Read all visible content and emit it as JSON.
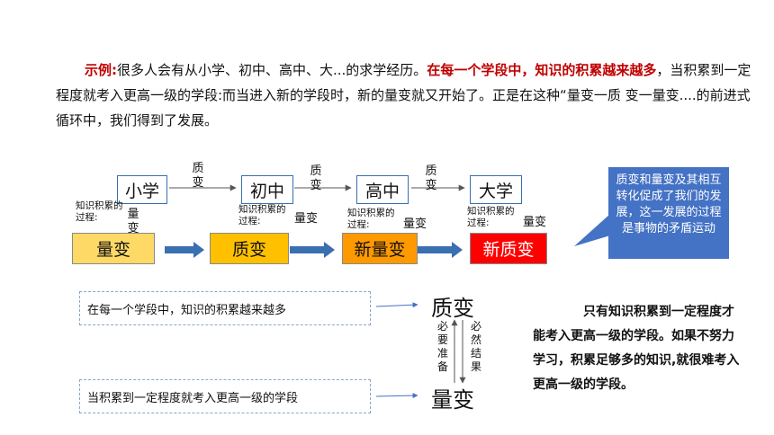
{
  "intro": {
    "label": "示例:",
    "text1": "很多人会有从小学、初中、高中、大...的求学经历。",
    "red1": "在每一个学段中，知识的积累越来越多",
    "text2": "，当积累到一定程度就考入更高一级的学段:而当进入新的学段时，新的量变就又开始了。正是在这种“量变一质 变一量变....的前进式循环中，我们得到了发展。"
  },
  "stages": [
    "小学",
    "初中",
    "高中",
    "大学"
  ],
  "transition_label": "质变",
  "process_labels": {
    "accum": "知识积累的过程:",
    "val1": "量变",
    "val2": "量变",
    "val3": "量变",
    "val4": "量变"
  },
  "colored_boxes": [
    {
      "label": "量变",
      "color": "#ffd966"
    },
    {
      "label": "质变",
      "color": "#ffc000"
    },
    {
      "label": "新量变",
      "color": "#ff9900"
    },
    {
      "label": "新质变",
      "color": "#ff0000"
    }
  ],
  "callout": "质变和量变及其相互转化促成了我们的发展，这一发展的过程是事物的矛盾运动",
  "bottom": {
    "box1": "在每一个学段中，知识的积累越来越多",
    "box2": "当积累到一定程度就考入更高一级的学段",
    "top_word": "质变",
    "bottom_word": "量变",
    "left_vertical": "必要准备",
    "right_vertical": "必然结果",
    "right_text": "只有知识积累到一定程度才能考入更高一级的学段。如果不努力学习，积累足够多的知识,就很难考入更高一级的学段。"
  }
}
